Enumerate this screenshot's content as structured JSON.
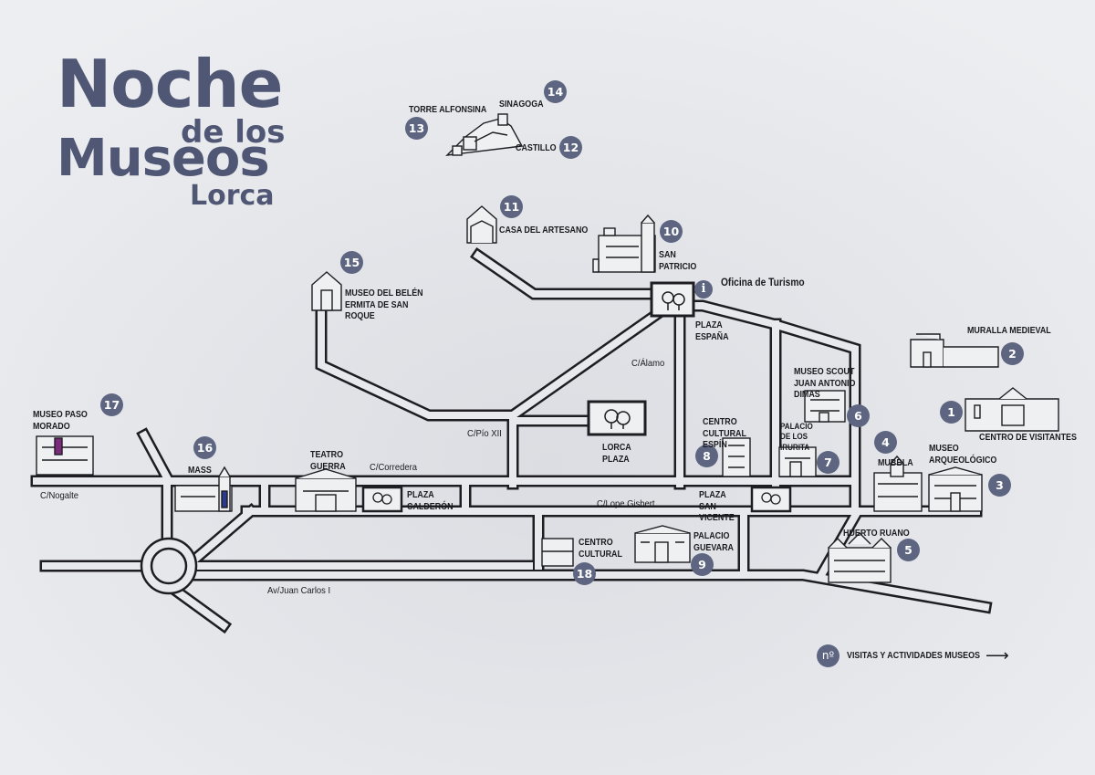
{
  "title": {
    "line1": "Noche",
    "line2": "de los",
    "line3": "Museos",
    "line4": "Lorca"
  },
  "colors": {
    "title": "#4f5775",
    "marker": "#5d6581",
    "road_outline": "#1d1d22",
    "road_fill": "#e8e9ed",
    "background": "#e6e7eb"
  },
  "markers": [
    {
      "number": "1",
      "label": "CENTRO DE VISITANTES"
    },
    {
      "number": "2",
      "label": "MURALLA MEDIEVAL"
    },
    {
      "number": "3",
      "label": "MUSEO ARQUEOLÓGICO"
    },
    {
      "number": "4",
      "label": "MUBBLA"
    },
    {
      "number": "5",
      "label": "HUERTO RUANO"
    },
    {
      "number": "6",
      "label": "MUSEO SCOUT JUAN ANTONIO DIMAS"
    },
    {
      "number": "7",
      "label": "PALACIO DE LOS IRURITA"
    },
    {
      "number": "8",
      "label": "CENTRO CULTURAL ESPÍN"
    },
    {
      "number": "9",
      "label": "PALACIO GUEVARA"
    },
    {
      "number": "10",
      "label": "SAN PATRICIO"
    },
    {
      "number": "11",
      "label": "CASA DEL ARTESANO"
    },
    {
      "number": "12",
      "label": "CASTILLO"
    },
    {
      "number": "13",
      "label": "TORRE ALFONSINA"
    },
    {
      "number": "14",
      "label": "SINAGOGA"
    },
    {
      "number": "15",
      "label": "MUSEO DEL BELÉN ERMITA DE SAN ROQUE"
    },
    {
      "number": "16",
      "label": "MASS"
    },
    {
      "number": "17",
      "label": "MUSEO PASO MORADO"
    },
    {
      "number": "18",
      "label": "CENTRO CULTURAL"
    }
  ],
  "places": {
    "oficina": "Oficina de Turismo",
    "info_icon": "i",
    "plaza_espana": "PLAZA ESPAÑA",
    "lorca_plaza": "LORCA PLAZA",
    "plaza_calderon": "PLAZA CALDERÓN",
    "plaza_san_vicente": "PLAZA SAN VICENTE",
    "teatro_guerra": "TEATRO GUERRA"
  },
  "streets": {
    "alamo": "C/Álamo",
    "pio_xii": "C/Pío XII",
    "corredera": "C/Corredera",
    "lope_gisbert": "C/Lope Gisbert",
    "nogalte": "C/Nogalte",
    "juan_carlos": "Av/Juan Carlos I"
  },
  "legend": {
    "symbol": "nº",
    "text": "VISITAS Y ACTIVIDADES MUSEOS",
    "arrow": "⟶"
  }
}
